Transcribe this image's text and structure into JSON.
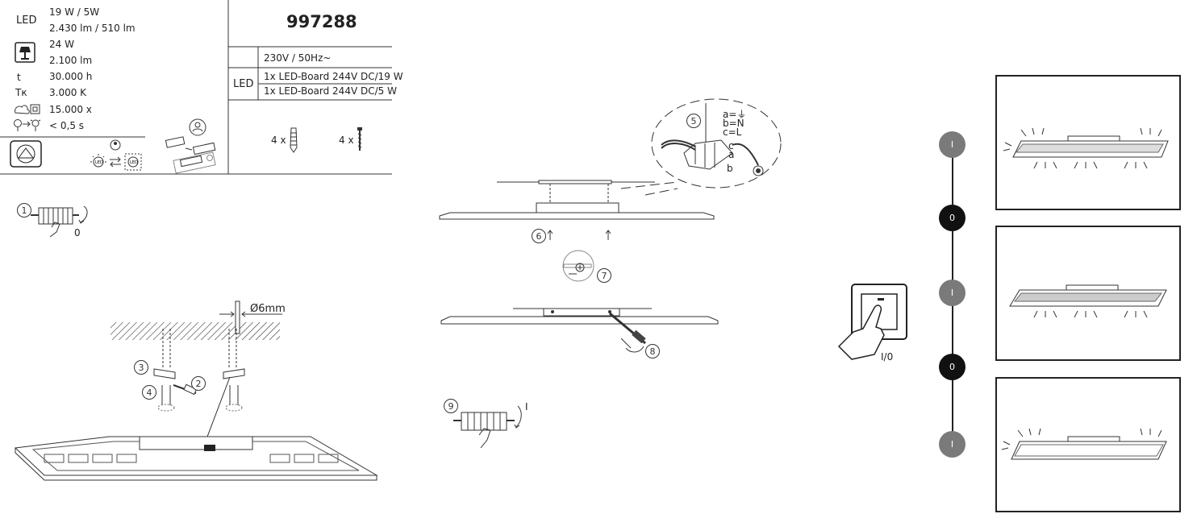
{
  "specs": {
    "led_label": "LED",
    "led_power": "19 W / 5W",
    "led_lumen": "2.430  lm / 510 lm",
    "lamp_power": "24 W",
    "lamp_lumen": "2.100 lm",
    "t_label": "t",
    "t_value": "30.000 h",
    "tk_label": "Tк",
    "tk_value": "3.000 K",
    "cycles_value": "15.000  x",
    "start_value": "< 0,5 s"
  },
  "product": {
    "number": "997288",
    "voltage": "230V / 50Hz~",
    "led_label": "LED",
    "board1": "1x LED-Board 244V DC/19 W",
    "board2": "1x LED-Board 244V DC/5 W",
    "dowel_count": "4 x",
    "screw_count": "4 x"
  },
  "steps": {
    "s1": "1",
    "s1_note": "0",
    "s2": "2",
    "s3": "3",
    "s4": "4",
    "s5": "5",
    "s6": "6",
    "s7": "7",
    "s8": "8",
    "s9": "9",
    "s9_note": "I",
    "drill": "Ø6mm"
  },
  "wiring": {
    "a": "a=⏚",
    "b": "b=N",
    "c": "c=L",
    "lbl_c": "c",
    "lbl_a": "a",
    "lbl_b": "b"
  },
  "switch": {
    "label": "I/0"
  },
  "sequence": [
    {
      "label": "I",
      "color": "#7a7a7a"
    },
    {
      "label": "0",
      "color": "#111111"
    },
    {
      "label": "I",
      "color": "#7a7a7a"
    },
    {
      "label": "0",
      "color": "#111111"
    },
    {
      "label": "I",
      "color": "#7a7a7a"
    }
  ]
}
